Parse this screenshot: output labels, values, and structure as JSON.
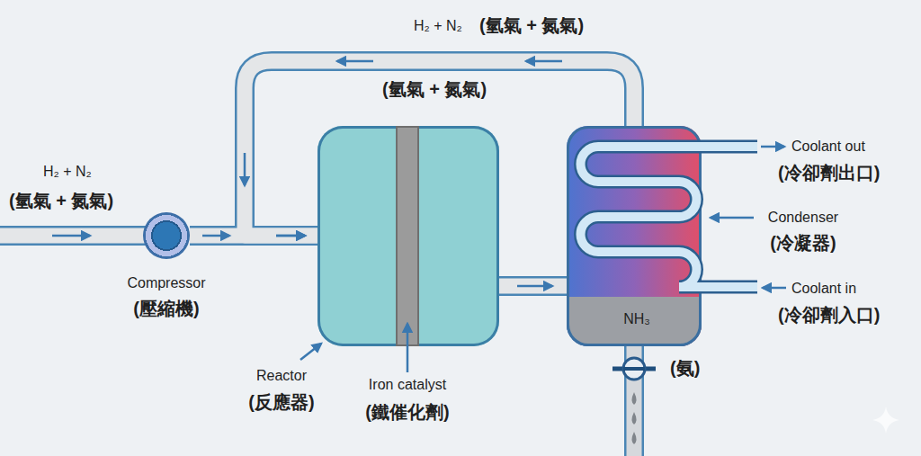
{
  "diagram": {
    "nodes": [
      {
        "text": [
          "Compressor",
          "(壓縮機)"
        ]
      },
      {
        "text": [
          "Reactor",
          "(反應器)"
        ]
      },
      {
        "text": [
          "Iron catalyst",
          "(鐵催化劑)"
        ],
        "in": 1
      },
      {
        "text": [
          "Condenser",
          "(冷凝器)"
        ]
      },
      {
        "text": [
          "NH₃"
        ],
        "in": 3
      }
    ],
    "edges": [
      {
        "from": 0,
        "to": 1,
        "arrow": "to"
      },
      {
        "from": 1,
        "to": 3,
        "arrow": "to"
      },
      {
        "from": 3,
        "to": 1,
        "arrow": "to"
      }
    ],
    "labels": [
      "H₂ + N₂",
      "(氫氣 + 氮氣)",
      "(氫氣 + 氮氣)",
      "H₂ + N₂",
      "(氫氣 + 氮氣)",
      "Coolant out",
      "(冷卻劑出口)",
      "Coolant in",
      "(冷卻劑入口)",
      "(氨)"
    ]
  }
}
